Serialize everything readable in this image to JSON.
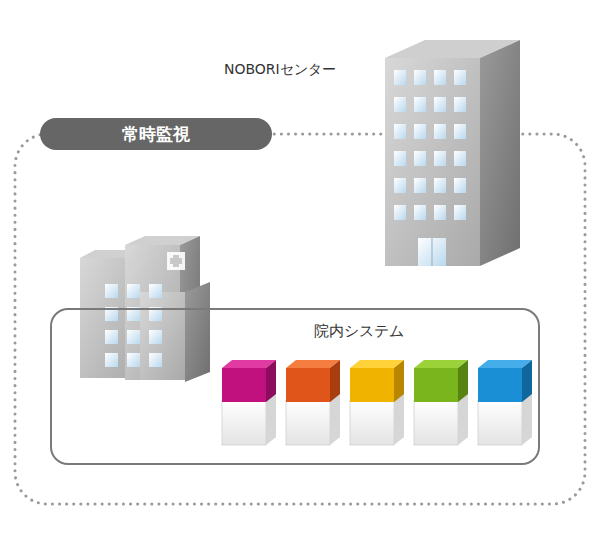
{
  "diagram": {
    "nodes": [
      {
        "text": [
          "常時監視"
        ]
      },
      {
        "text": [
          "院内システム"
        ]
      }
    ],
    "labels": [
      "NOBORIセンター"
    ]
  }
}
